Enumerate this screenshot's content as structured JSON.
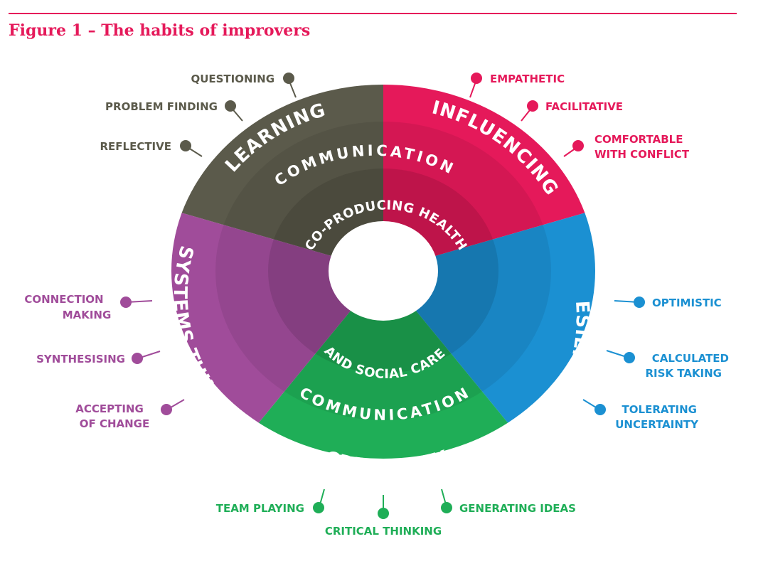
{
  "figure": {
    "title": "Figure 1 – The habits of improvers"
  },
  "diagram": {
    "inner_top": "CO-PRODUCING HEALTH",
    "inner_bottom": "AND SOCIAL CARE",
    "ring_top": "COMMUNICATION",
    "ring_bottom": "COMMUNICATION",
    "segments": [
      {
        "name": "learning",
        "title": "LEARNING",
        "color": "#5b5a4b",
        "habits": [
          "QUESTIONING",
          "PROBLEM FINDING",
          "REFLECTIVE"
        ]
      },
      {
        "name": "influencing",
        "title": "INFLUENCING",
        "color": "#e5195a",
        "habits": [
          "EMPATHETIC",
          "FACILITATIVE",
          "COMFORTABLE",
          "WITH CONFLICT"
        ]
      },
      {
        "name": "resilience",
        "title": "RESILIENCE",
        "color": "#1b90d2",
        "habits": [
          "OPTIMISTIC",
          "CALCULATED",
          "RISK TAKING",
          "TOLERATING",
          "UNCERTAINTY"
        ]
      },
      {
        "name": "creativity",
        "title": "CREATIVITY",
        "color": "#1fae57",
        "habits": [
          "TEAM PLAYING",
          "CRITICAL THINKING",
          "GENERATING IDEAS"
        ]
      },
      {
        "name": "systems-thinking",
        "title": "SYSTEMS THINKING",
        "color": "#a04c9a",
        "habits": [
          "CONNECTION",
          "MAKING",
          "SYNTHESISING",
          "ACCEPTING",
          "OF CHANGE"
        ]
      }
    ]
  }
}
